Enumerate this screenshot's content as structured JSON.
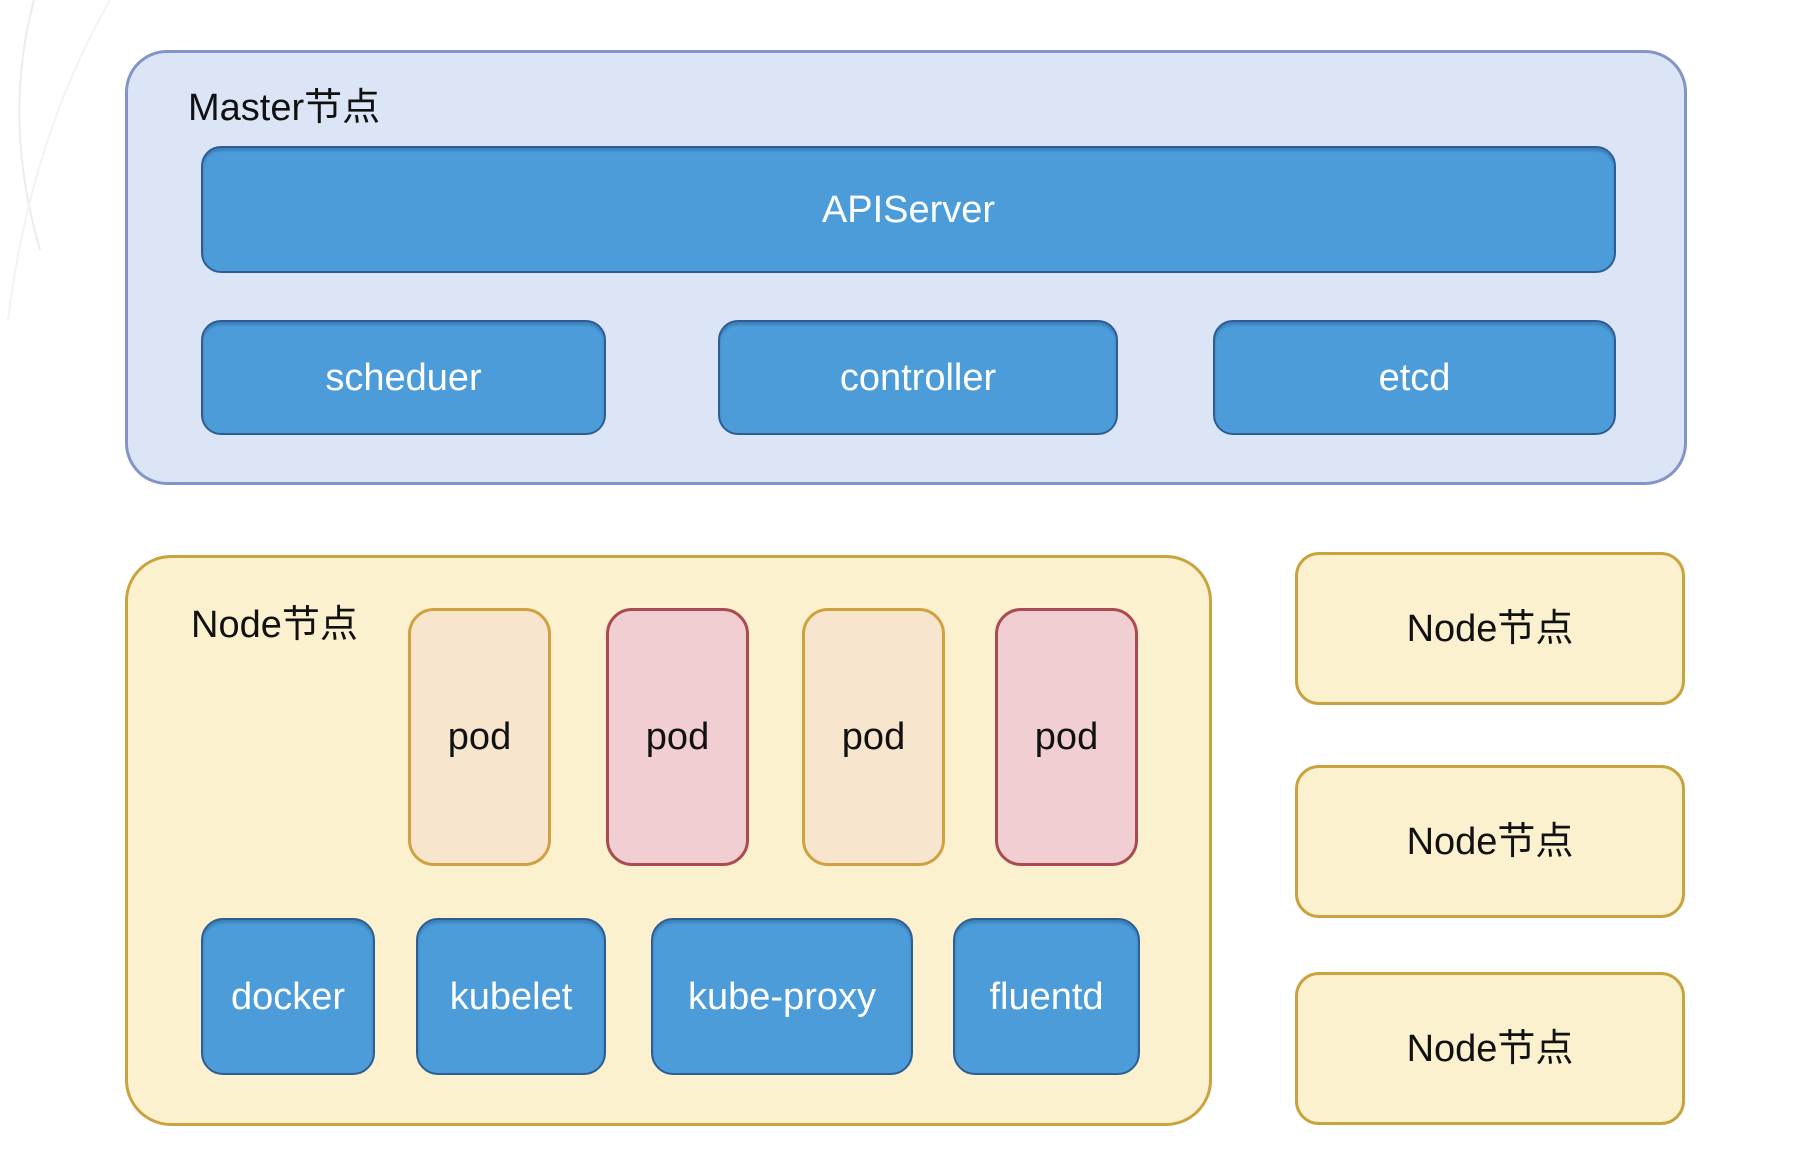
{
  "master": {
    "title": "Master节点",
    "apiserver_label": "APIServer",
    "components": [
      "scheduer",
      "controller",
      "etcd"
    ]
  },
  "node": {
    "title": "Node节点",
    "pods": [
      "pod",
      "pod",
      "pod",
      "pod"
    ],
    "pod_variants": [
      "peach",
      "pink",
      "peach",
      "pink"
    ],
    "daemons": [
      "docker",
      "kubelet",
      "kube-proxy",
      "fluentd"
    ]
  },
  "other_nodes": [
    "Node节点",
    "Node节点",
    "Node节点"
  ],
  "colors": {
    "master_fill": "#dce5f6",
    "master_border": "#8295c7",
    "component_fill": "#4c9cd9",
    "component_border": "#2e5d94",
    "component_text": "#ffffff",
    "node_fill": "#fbf1ce",
    "node_border": "#c9a33e",
    "pod_peach_fill": "#f8e5cd",
    "pod_peach_border": "#cfa23f",
    "pod_pink_fill": "#f1ced1",
    "pod_pink_border": "#a94b50",
    "label_text": "#111111"
  }
}
